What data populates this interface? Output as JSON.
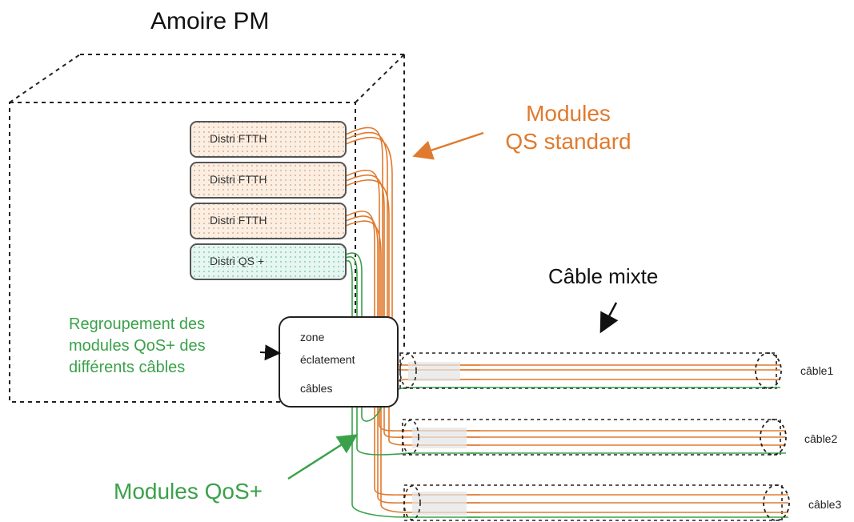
{
  "title": "Amoire PM",
  "modules_label": "Modules\nQS standard",
  "mixed_cable_label": "Câble mixte",
  "regroup_label": "Regroupement des\nmodules QoS+ des\ndifférents câbles",
  "qos_label": "Modules QoS+",
  "modules": [
    {
      "label": "Distri FTTH",
      "kind": "ftth"
    },
    {
      "label": "Distri FTTH",
      "kind": "ftth"
    },
    {
      "label": "Distri FTTH",
      "kind": "ftth"
    },
    {
      "label": "Distri QS +",
      "kind": "qos"
    }
  ],
  "zone": {
    "line1": "zone",
    "line2": "éclatement",
    "line3": "câbles"
  },
  "cables": [
    "câble1",
    "câble2",
    "câble3"
  ],
  "colors": {
    "orange": "#e07a2e",
    "green": "#3aa14a",
    "ftth_fill": "#fbeee2",
    "qos_fill": "#e6f6f0"
  }
}
